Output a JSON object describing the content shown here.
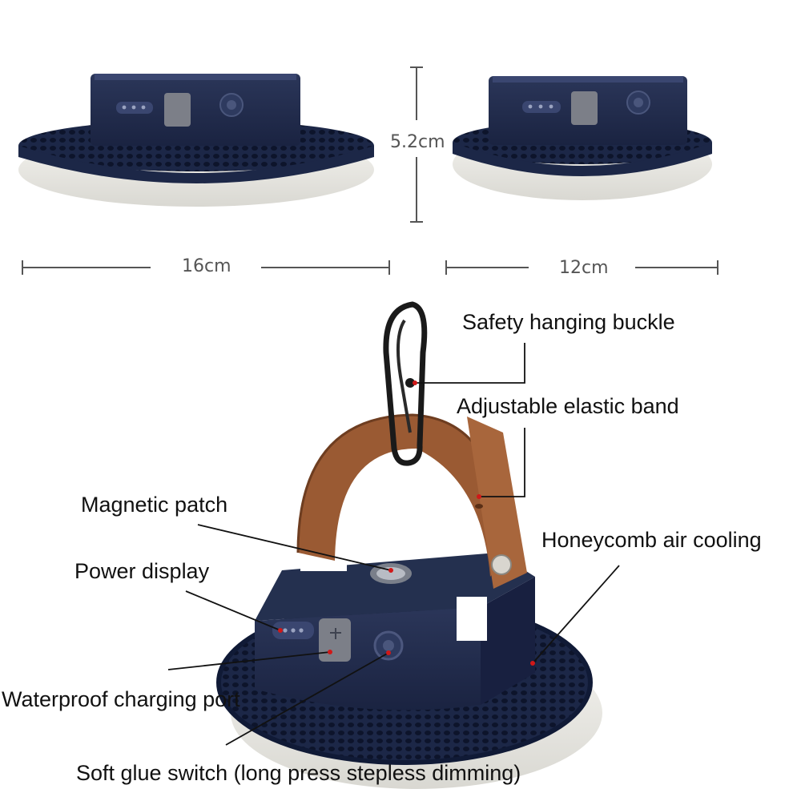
{
  "dimensions": {
    "height": "5.2cm",
    "large_diameter": "16cm",
    "small_diameter": "12cm"
  },
  "callouts": {
    "safety_hanging_buckle": "Safety hanging buckle",
    "adjustable_elastic_band": "Adjustable elastic band",
    "magnetic_patch": "Magnetic patch",
    "honeycomb_air_cooling": "Honeycomb air cooling",
    "power_display": "Power display",
    "waterproof_charging_port": "Waterproof charging port",
    "soft_glue_switch": "Soft glue switch (long press stepless dimming)"
  },
  "colors": {
    "body_navy": "#1f2a4a",
    "base_navy": "#1c2747",
    "diffuser": "#ecebe6",
    "strap_brown": "#9a5a33",
    "leader_line": "#111111",
    "marker_red": "#d01818"
  }
}
